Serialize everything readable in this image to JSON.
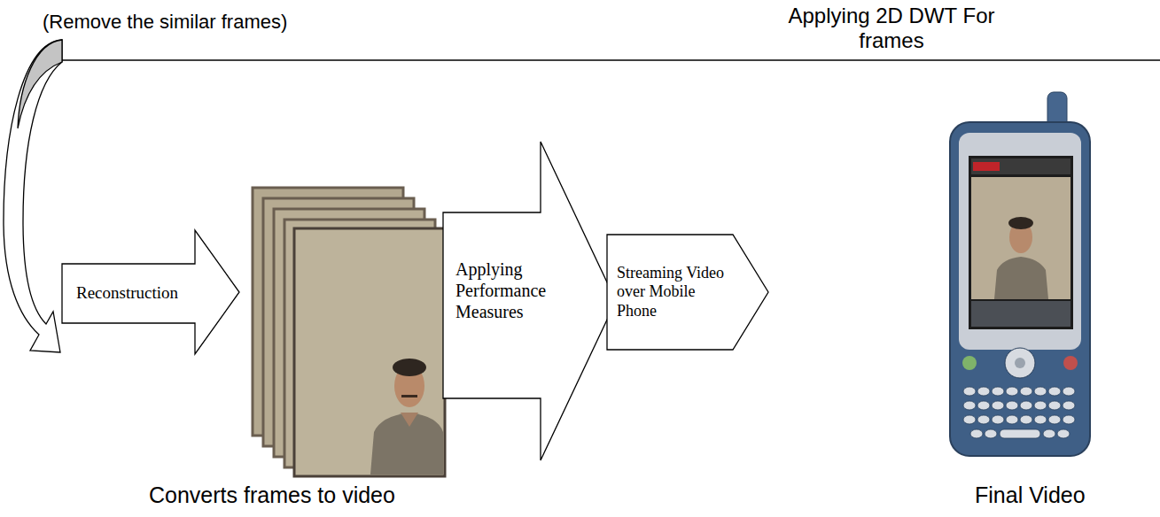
{
  "diagram": {
    "nodes": [
      {
        "text": [
          "Reconstruction"
        ]
      },
      {
        "text": [
          "Applying Performance Measures"
        ]
      },
      {
        "text": [
          "Streaming Video over Mobile Phone"
        ]
      }
    ],
    "labels": [
      "(Remove the similar frames)",
      "Applying 2D DWT For frames",
      "Converts frames to video",
      "Final Video"
    ]
  }
}
